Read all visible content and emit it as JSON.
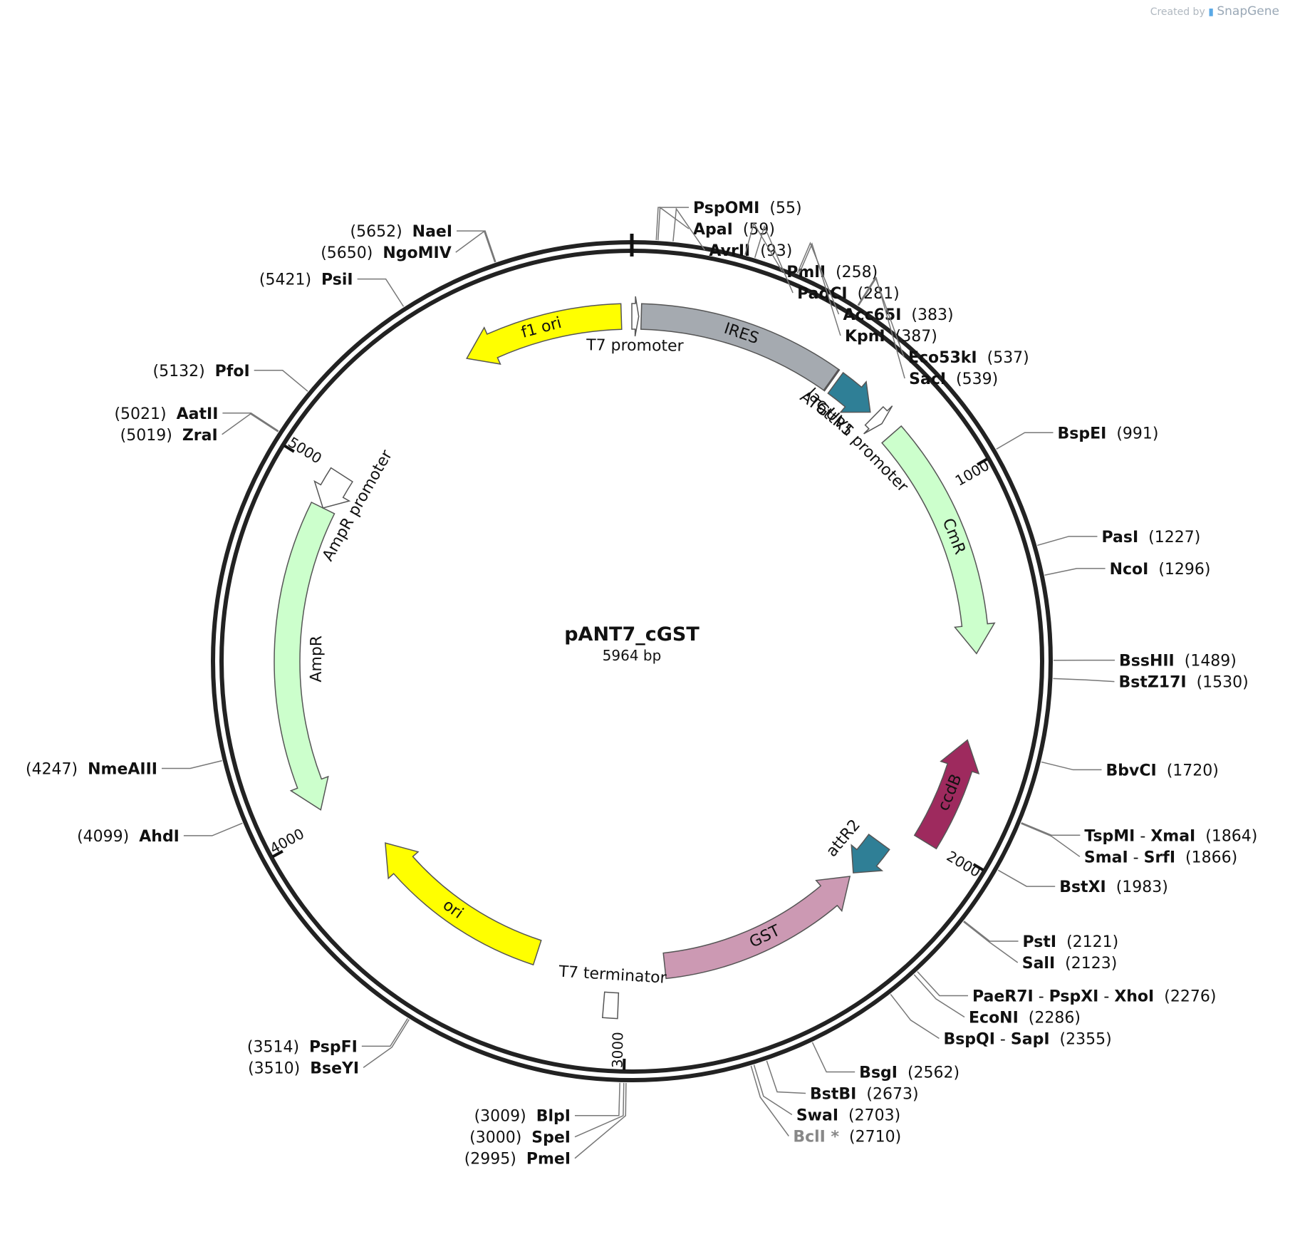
{
  "credit": {
    "prefix": "Created by",
    "brand": "SnapGene"
  },
  "plasmid": {
    "name": "pANT7_cGST",
    "size_label": "5964 bp",
    "length": 5964
  },
  "ticks": [
    {
      "value": 1000,
      "label": "1000"
    },
    {
      "value": 2000,
      "label": "2000"
    },
    {
      "value": 3000,
      "label": "3000"
    },
    {
      "value": 4000,
      "label": "4000"
    },
    {
      "value": 5000,
      "label": "5000"
    }
  ],
  "features": [
    {
      "name": "T7 promoter",
      "label": "T7 promoter",
      "start": 0,
      "end": 19,
      "color": "#ffffff"
    },
    {
      "name": "IRES",
      "label": "IRES",
      "start": 26,
      "end": 587,
      "color": "#a5aab0"
    },
    {
      "name": "ATG",
      "label": "ATG",
      "start": 585,
      "end": 588,
      "color": "#9e2a5e"
    },
    {
      "name": "attR1",
      "label": "attR1",
      "start": 600,
      "end": 725,
      "color": "#2f7f96"
    },
    {
      "name": "lac UV5 promoter",
      "label": "lac UV5 promoter",
      "start": 740,
      "end": 770,
      "color": "#ffffff"
    },
    {
      "name": "CmR",
      "label": "CmR",
      "start": 810,
      "end": 1470,
      "color": "#ccffcc"
    },
    {
      "name": "ccdB",
      "label": "ccdB",
      "start": 1710,
      "end": 2015,
      "color": "#9e2a5e"
    },
    {
      "name": "attR2",
      "label": "attR2",
      "start": 2090,
      "end": 2215,
      "color": "#2f7f96"
    },
    {
      "name": "GST",
      "label": "GST",
      "start": 2230,
      "end": 2880,
      "color": "#cc99b3"
    },
    {
      "name": "T7 terminator",
      "label": "T7 terminator",
      "start": 3020,
      "end": 3060,
      "color": "#ffffff"
    },
    {
      "name": "ori",
      "label": "ori",
      "start": 3280,
      "end": 3870,
      "color": "#ffff00"
    },
    {
      "name": "AmpR",
      "label": "AmpR",
      "start": 4050,
      "end": 4910,
      "color": "#ccffcc"
    },
    {
      "name": "AmpR promoter",
      "label": "AmpR promoter",
      "start": 4910,
      "end": 5015,
      "color": "#ffffff"
    },
    {
      "name": "f1 ori",
      "label": "f1 ori",
      "start": 5490,
      "end": 5935,
      "color": "#ffff00"
    }
  ],
  "sites": [
    {
      "parts": [
        "PspOMI"
      ],
      "pos": "(55)",
      "bp": 55
    },
    {
      "parts": [
        "ApaI"
      ],
      "pos": "(59)",
      "bp": 59
    },
    {
      "parts": [
        "AvrII"
      ],
      "pos": "(93)",
      "bp": 93
    },
    {
      "parts": [
        "PmlI"
      ],
      "pos": "(258)",
      "bp": 258
    },
    {
      "parts": [
        "PaqCI"
      ],
      "pos": "(281)",
      "bp": 281
    },
    {
      "parts": [
        "Acc65I"
      ],
      "pos": "(383)",
      "bp": 383
    },
    {
      "parts": [
        "KpnI"
      ],
      "pos": "(387)",
      "bp": 387
    },
    {
      "parts": [
        "Eco53kI"
      ],
      "pos": "(537)",
      "bp": 537
    },
    {
      "parts": [
        "SacI"
      ],
      "pos": "(539)",
      "bp": 539
    },
    {
      "parts": [
        "BspEI"
      ],
      "pos": "(991)",
      "bp": 991
    },
    {
      "parts": [
        "PasI"
      ],
      "pos": "(1227)",
      "bp": 1227
    },
    {
      "parts": [
        "NcoI"
      ],
      "pos": "(1296)",
      "bp": 1296
    },
    {
      "parts": [
        "BssHII"
      ],
      "pos": "(1489)",
      "bp": 1489
    },
    {
      "parts": [
        "BstZ17I"
      ],
      "pos": "(1530)",
      "bp": 1530
    },
    {
      "parts": [
        "BbvCI"
      ],
      "pos": "(1720)",
      "bp": 1720
    },
    {
      "parts": [
        "TspMI",
        "XmaI"
      ],
      "pos": "(1864)",
      "bp": 1864
    },
    {
      "parts": [
        "SmaI",
        "SrfI"
      ],
      "pos": "(1866)",
      "bp": 1866
    },
    {
      "parts": [
        "BstXI"
      ],
      "pos": "(1983)",
      "bp": 1983
    },
    {
      "parts": [
        "PstI"
      ],
      "pos": "(2121)",
      "bp": 2121
    },
    {
      "parts": [
        "SalI"
      ],
      "pos": "(2123)",
      "bp": 2123
    },
    {
      "parts": [
        "PaeR7I",
        "PspXI",
        "XhoI"
      ],
      "pos": "(2276)",
      "bp": 2276
    },
    {
      "parts": [
        "EcoNI"
      ],
      "pos": "(2286)",
      "bp": 2286
    },
    {
      "parts": [
        "BspQI",
        "SapI"
      ],
      "pos": "(2355)",
      "bp": 2355
    },
    {
      "parts": [
        "BsgI"
      ],
      "pos": "(2562)",
      "bp": 2562
    },
    {
      "parts": [
        "BstBI"
      ],
      "pos": "(2673)",
      "bp": 2673
    },
    {
      "parts": [
        "SwaI"
      ],
      "pos": "(2703)",
      "bp": 2703
    },
    {
      "parts": [
        "BclI *"
      ],
      "pos": "(2710)",
      "bp": 2710,
      "gray": true
    },
    {
      "parts": [
        "PmeI"
      ],
      "pos": "(2995)",
      "bp": 2995
    },
    {
      "parts": [
        "SpeI"
      ],
      "pos": "(3000)",
      "bp": 3000
    },
    {
      "parts": [
        "BlpI"
      ],
      "pos": "(3009)",
      "bp": 3009
    },
    {
      "parts": [
        "BseYI"
      ],
      "pos": "(3510)",
      "bp": 3510
    },
    {
      "parts": [
        "PspFI"
      ],
      "pos": "(3514)",
      "bp": 3514
    },
    {
      "parts": [
        "AhdI"
      ],
      "pos": "(4099)",
      "bp": 4099
    },
    {
      "parts": [
        "NmeAIII"
      ],
      "pos": "(4247)",
      "bp": 4247
    },
    {
      "parts": [
        "ZraI"
      ],
      "pos": "(5019)",
      "bp": 5019
    },
    {
      "parts": [
        "AatII"
      ],
      "pos": "(5021)",
      "bp": 5021
    },
    {
      "parts": [
        "PfoI"
      ],
      "pos": "(5132)",
      "bp": 5132
    },
    {
      "parts": [
        "PsiI"
      ],
      "pos": "(5421)",
      "bp": 5421
    },
    {
      "parts": [
        "NgoMIV"
      ],
      "pos": "(5650)",
      "bp": 5650
    },
    {
      "parts": [
        "NaeI"
      ],
      "pos": "(5652)",
      "bp": 5652
    }
  ]
}
